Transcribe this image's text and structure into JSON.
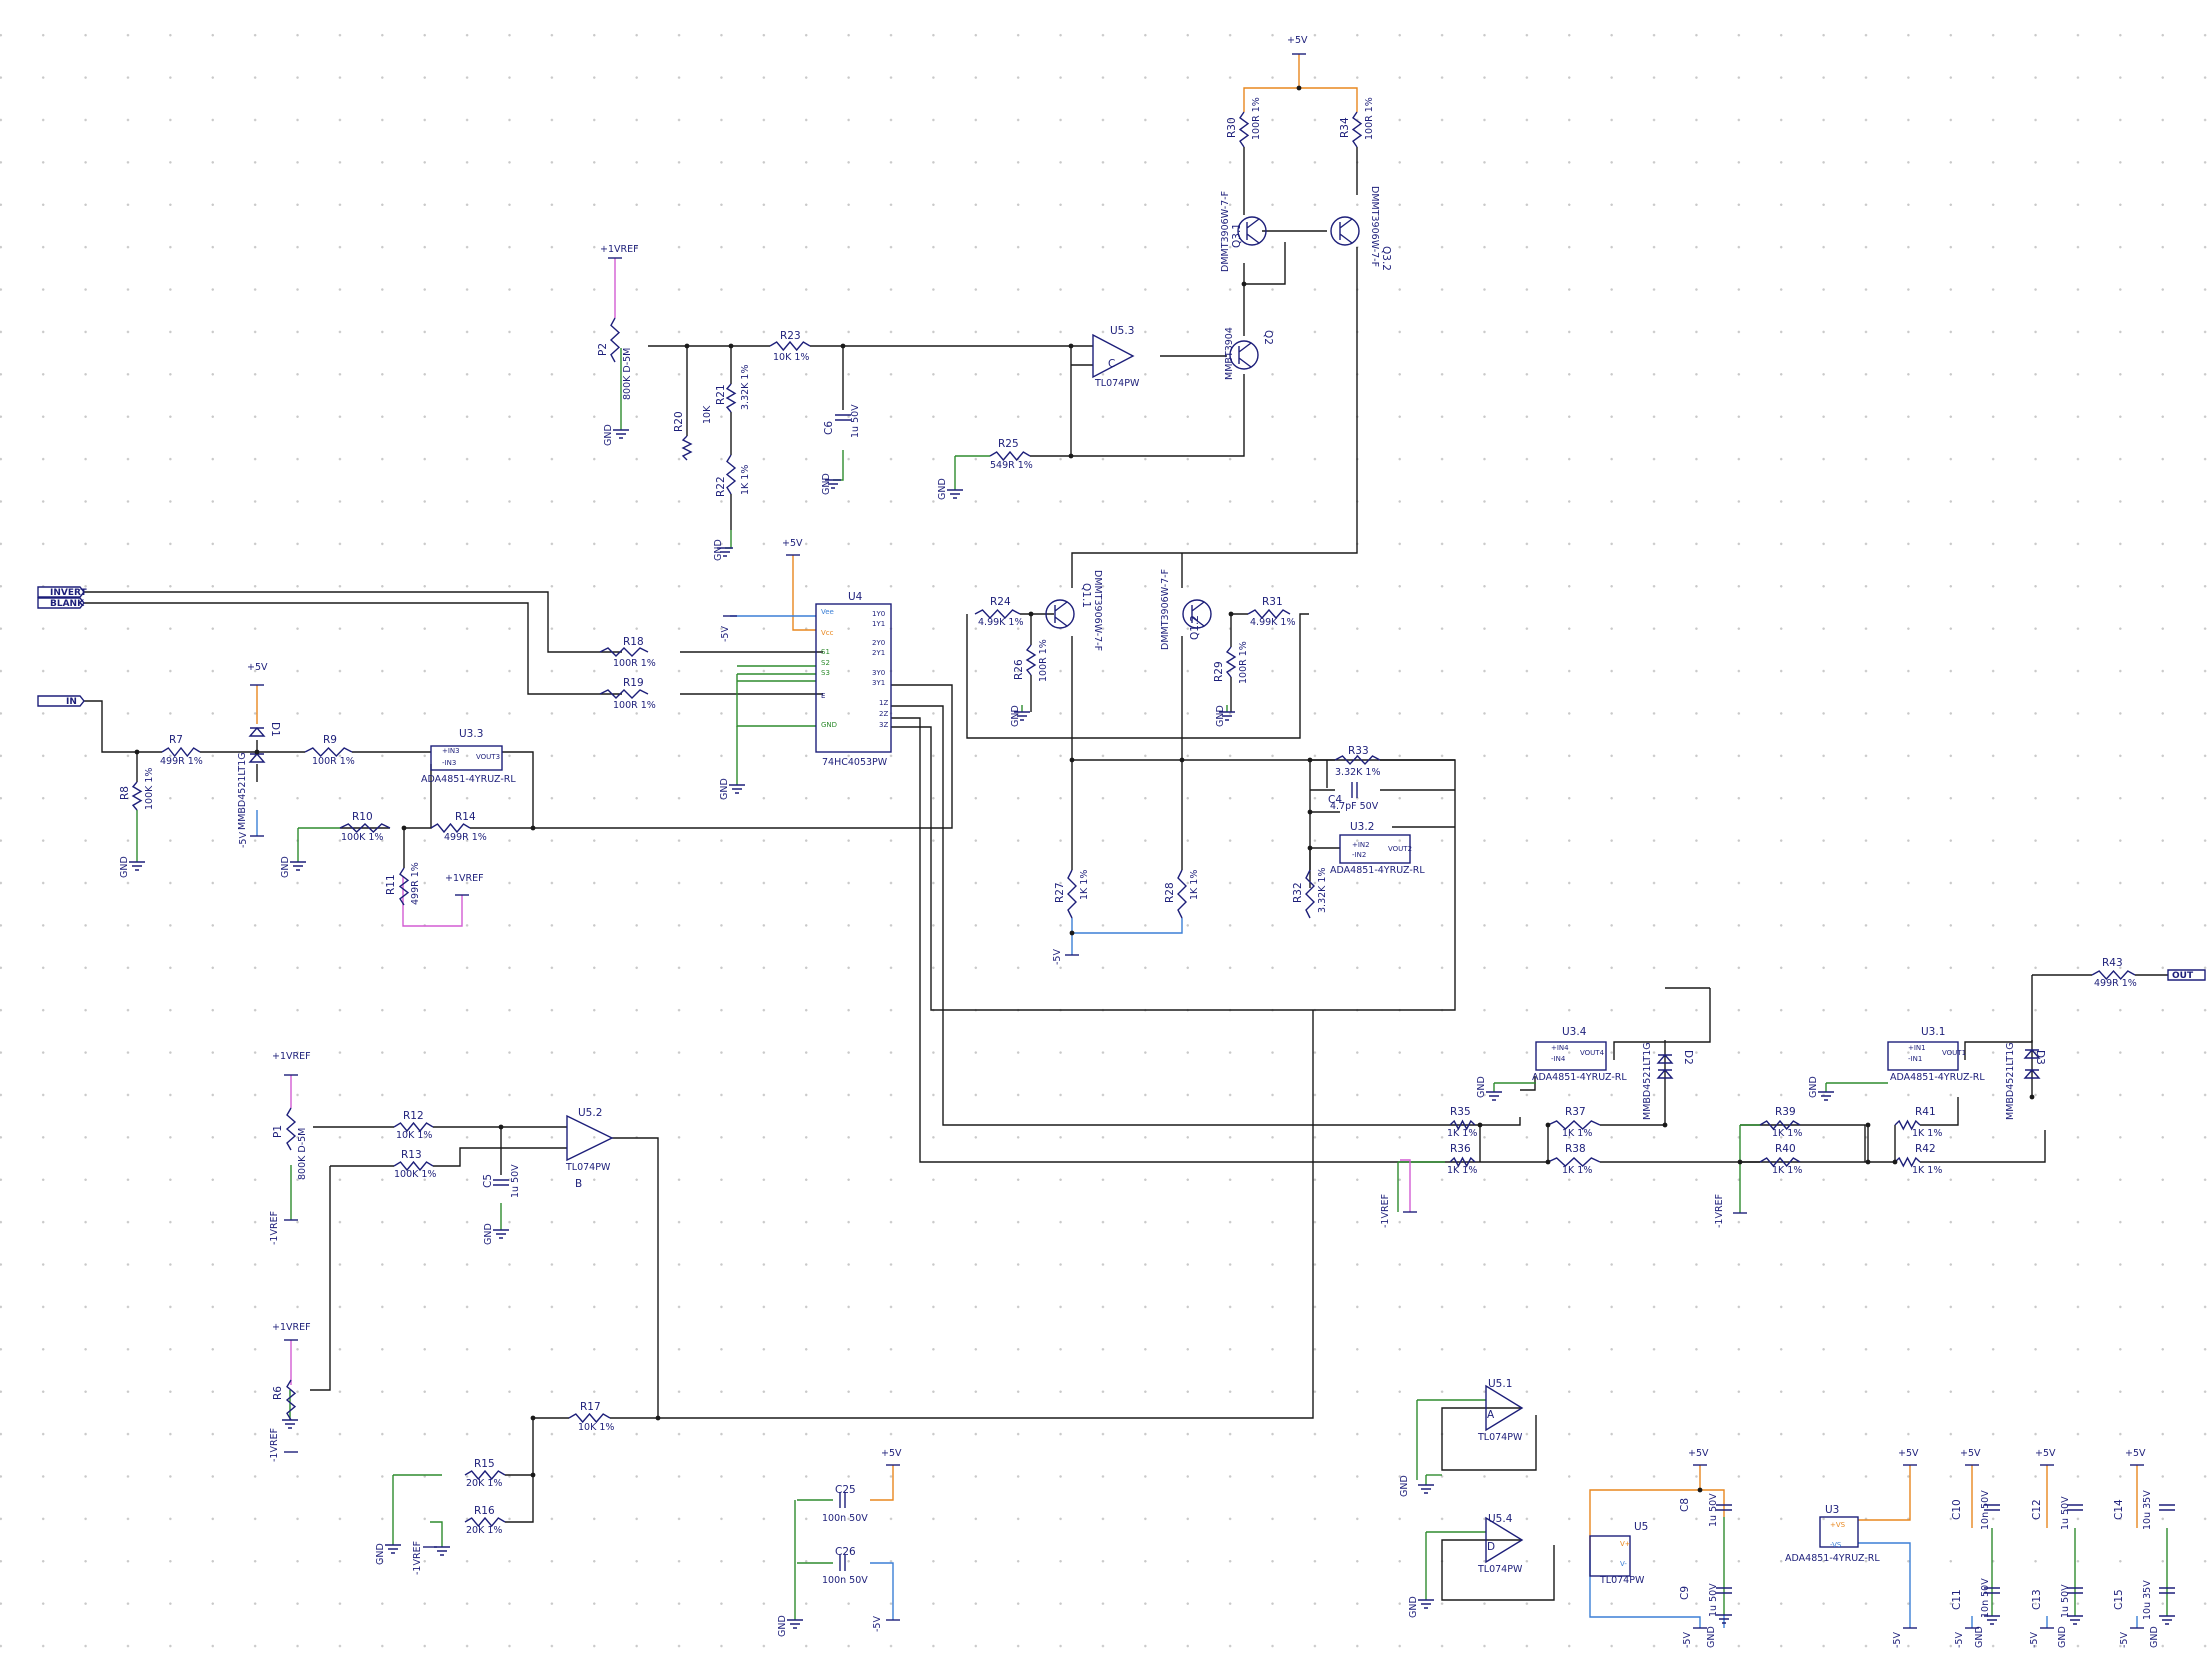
{
  "ports": {
    "invert": "INVERT",
    "blank": "BLANK",
    "in": "IN",
    "out": "OUT"
  },
  "power": {
    "p5": "+5V",
    "m5": "-5V",
    "gnd": "GND",
    "p1vref": "+1VREF",
    "m1vref": "-1VREF"
  },
  "resistors": [
    {
      "ref": "R7",
      "value": "499R 1%"
    },
    {
      "ref": "R8",
      "value": "100K 1%"
    },
    {
      "ref": "R9",
      "value": "100R 1%"
    },
    {
      "ref": "R10",
      "value": "100K 1%"
    },
    {
      "ref": "R11",
      "value": "499R 1%"
    },
    {
      "ref": "R14",
      "value": "499R 1%"
    },
    {
      "ref": "R18",
      "value": "100R 1%"
    },
    {
      "ref": "R19",
      "value": "100R 1%"
    },
    {
      "ref": "R21",
      "value": "3.32K 1%"
    },
    {
      "ref": "R22",
      "value": "1K 1%"
    },
    {
      "ref": "R23",
      "value": "10K 1%"
    },
    {
      "ref": "R25",
      "value": "549R 1%"
    },
    {
      "ref": "R24",
      "value": "4.99K 1%"
    },
    {
      "ref": "R26",
      "value": "100R 1%"
    },
    {
      "ref": "R29",
      "value": "100R 1%"
    },
    {
      "ref": "R31",
      "value": "4.99K 1%"
    },
    {
      "ref": "R30",
      "value": "100R 1%"
    },
    {
      "ref": "R34",
      "value": "100R 1%"
    },
    {
      "ref": "R33",
      "value": "3.32K 1%"
    },
    {
      "ref": "R27",
      "value": "1K 1%"
    },
    {
      "ref": "R28",
      "value": "1K 1%"
    },
    {
      "ref": "R32",
      "value": "3.32K 1%"
    },
    {
      "ref": "R12",
      "value": "10K 1%"
    },
    {
      "ref": "R13",
      "value": "100K 1%"
    },
    {
      "ref": "R17",
      "value": "10K 1%"
    },
    {
      "ref": "R15",
      "value": "20K 1%"
    },
    {
      "ref": "R16",
      "value": "20K 1%"
    },
    {
      "ref": "R35",
      "value": "1K 1%"
    },
    {
      "ref": "R36",
      "value": "1K 1%"
    },
    {
      "ref": "R37",
      "value": "1K 1%"
    },
    {
      "ref": "R38",
      "value": "1K 1%"
    },
    {
      "ref": "R39",
      "value": "1K 1%"
    },
    {
      "ref": "R40",
      "value": "1K 1%"
    },
    {
      "ref": "R41",
      "value": "1K 1%"
    },
    {
      "ref": "R42",
      "value": "1K 1%"
    },
    {
      "ref": "R43",
      "value": "499R 1%"
    }
  ],
  "pots": [
    {
      "ref": "P2",
      "value": "800K D-5M"
    },
    {
      "ref": "R20",
      "value": "10K"
    },
    {
      "ref": "P1",
      "value": "800K D-5M"
    },
    {
      "ref": "R6",
      "value": ""
    }
  ],
  "caps": [
    {
      "ref": "C6",
      "value": "1u 50V"
    },
    {
      "ref": "C5",
      "value": "1u 50V"
    },
    {
      "ref": "C4",
      "value": "4.7pF 50V"
    },
    {
      "ref": "C25",
      "value": "100n 50V"
    },
    {
      "ref": "C26",
      "value": "100n 50V"
    },
    {
      "ref": "C8",
      "value": "1u 50V"
    },
    {
      "ref": "C9",
      "value": "1u 50V"
    },
    {
      "ref": "C10",
      "value": "10n 50V"
    },
    {
      "ref": "C11",
      "value": "10n 50V"
    },
    {
      "ref": "C12",
      "value": "1u 50V"
    },
    {
      "ref": "C13",
      "value": "1u 50V"
    },
    {
      "ref": "C14",
      "value": "10u 35V"
    },
    {
      "ref": "C15",
      "value": "10u 35V"
    }
  ],
  "opamps": [
    {
      "ref": "U5.3",
      "letter": "C",
      "part": "TL074PW"
    },
    {
      "ref": "U5.2",
      "letter": "B",
      "part": "TL074PW"
    },
    {
      "ref": "U5.1",
      "letter": "A",
      "part": "TL074PW"
    },
    {
      "ref": "U5.4",
      "letter": "D",
      "part": "TL074PW"
    }
  ],
  "ics": [
    {
      "ref": "U3.3",
      "part": "ADA4851-4YRUZ-RL",
      "pins": [
        "+IN3",
        "-IN3",
        "VOUT3"
      ]
    },
    {
      "ref": "U3.2",
      "part": "ADA4851-4YRUZ-RL",
      "pins": [
        "+IN2",
        "-IN2",
        "VOUT2"
      ]
    },
    {
      "ref": "U3.4",
      "part": "ADA4851-4YRUZ-RL",
      "pins": [
        "+IN4",
        "-IN4",
        "VOUT4"
      ]
    },
    {
      "ref": "U3.1",
      "part": "ADA4851-4YRUZ-RL",
      "pins": [
        "+IN1",
        "-IN1",
        "VOUT1"
      ]
    },
    {
      "ref": "U3",
      "part": "ADA4851-4YRUZ-RL",
      "pins": [
        "+VS",
        "-VS"
      ]
    },
    {
      "ref": "U5",
      "part": "TL074PW",
      "pins": [
        "V+",
        "V-"
      ]
    }
  ],
  "u4": {
    "ref": "U4",
    "part": "74HC4053PW",
    "left_pins": [
      "Vee",
      "Vcc",
      "S1",
      "S2",
      "S3",
      "E",
      "GND"
    ],
    "right_pins": [
      "1Y0",
      "1Y1",
      "2Y0",
      "2Y1",
      "3Y0",
      "3Y1",
      "1Z",
      "2Z",
      "3Z"
    ]
  },
  "transistors": [
    {
      "ref": "Q3.1",
      "part": "DMMT3906W-7-F"
    },
    {
      "ref": "Q3.2",
      "part": "DMMT3906W-7-F"
    },
    {
      "ref": "Q1.1",
      "part": "DMMT3906W-7-F"
    },
    {
      "ref": "Q1.2",
      "part": "DMMT3906W-7-F"
    },
    {
      "ref": "Q2",
      "part": "MMBT3904"
    }
  ],
  "diodes": [
    {
      "ref": "D1",
      "part": "MMBD4521LT1G"
    },
    {
      "ref": "D2",
      "part": "MMBD4521LT1G"
    },
    {
      "ref": "D3",
      "part": "MMBD4521LT1G"
    }
  ]
}
